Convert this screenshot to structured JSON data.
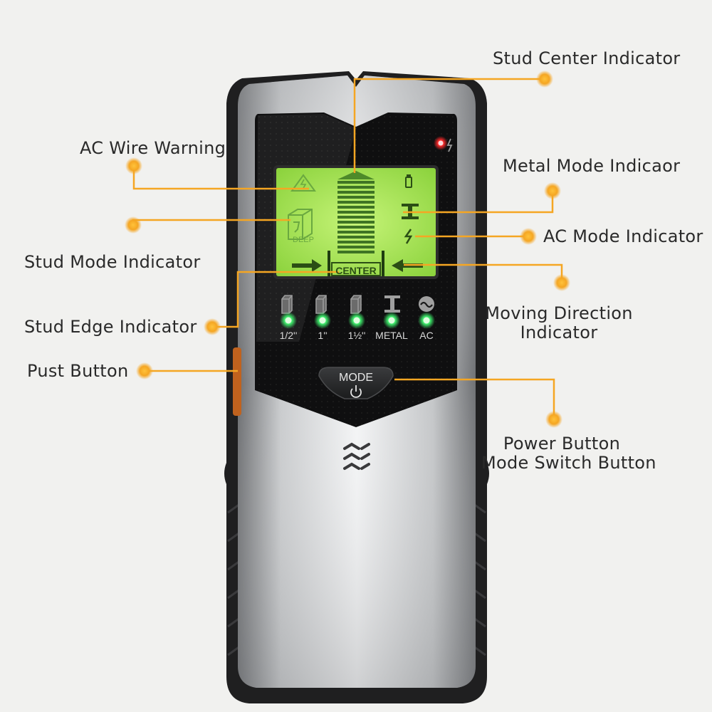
{
  "labels": {
    "stud_center": "Stud Center Indicator",
    "ac_wire": "AC Wire Warning",
    "metal_mode": "Metal Mode Indicaor",
    "ac_mode": "AC Mode Indicator",
    "stud_mode": "Stud Mode Indicator",
    "moving_line1": "Moving Direction",
    "moving_line2": "Indicator",
    "stud_edge": "Stud Edge Indicator",
    "push_button": "Pust Button",
    "power_line1": "Power Button",
    "power_line2": "Mode Switch Button"
  },
  "lcd": {
    "deep": "DEEP",
    "center": "CENTER"
  },
  "leds": [
    {
      "label": "1/2''"
    },
    {
      "label": "1''"
    },
    {
      "label": "1½''"
    },
    {
      "label": "METAL"
    },
    {
      "label": "AC"
    }
  ],
  "mode_button": {
    "label": "MODE"
  },
  "colors": {
    "callout": "#f5a623",
    "led_green": "#3ee86a",
    "lcd_green": "#a8e85a",
    "power_led": "#ff2a2a"
  }
}
